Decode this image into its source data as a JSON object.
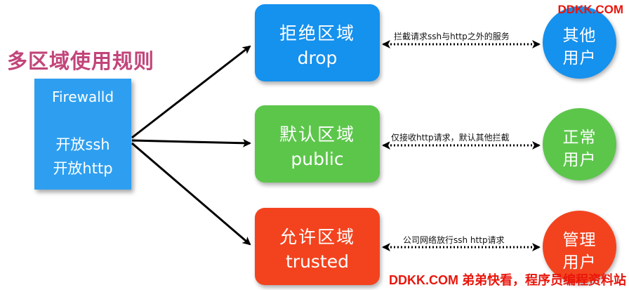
{
  "title": "多区域使用规则",
  "firewall": {
    "name": "Firewalld",
    "line1": "开放ssh",
    "line2": "开放http"
  },
  "zones": [
    {
      "name": "拒绝区域",
      "id": "drop",
      "color": "#1591ee"
    },
    {
      "name": "默认区域",
      "id": "public",
      "color": "#5cc64b"
    },
    {
      "name": "允许区域",
      "id": "trusted",
      "color": "#f3431e"
    }
  ],
  "users": [
    {
      "line1": "其他",
      "line2": "用户"
    },
    {
      "line1": "正常",
      "line2": "用户"
    },
    {
      "line1": "管理",
      "line2": "用户"
    }
  ],
  "rules": [
    "拦截请求ssh与http之外的服务",
    "仅接收http请求，默认其他拦截",
    "公司网络放行ssh http请求"
  ],
  "watermark_top": "DDKK.COM",
  "watermark_bottom": "DDKK.COM 弟弟快看，程序员编程资料站"
}
